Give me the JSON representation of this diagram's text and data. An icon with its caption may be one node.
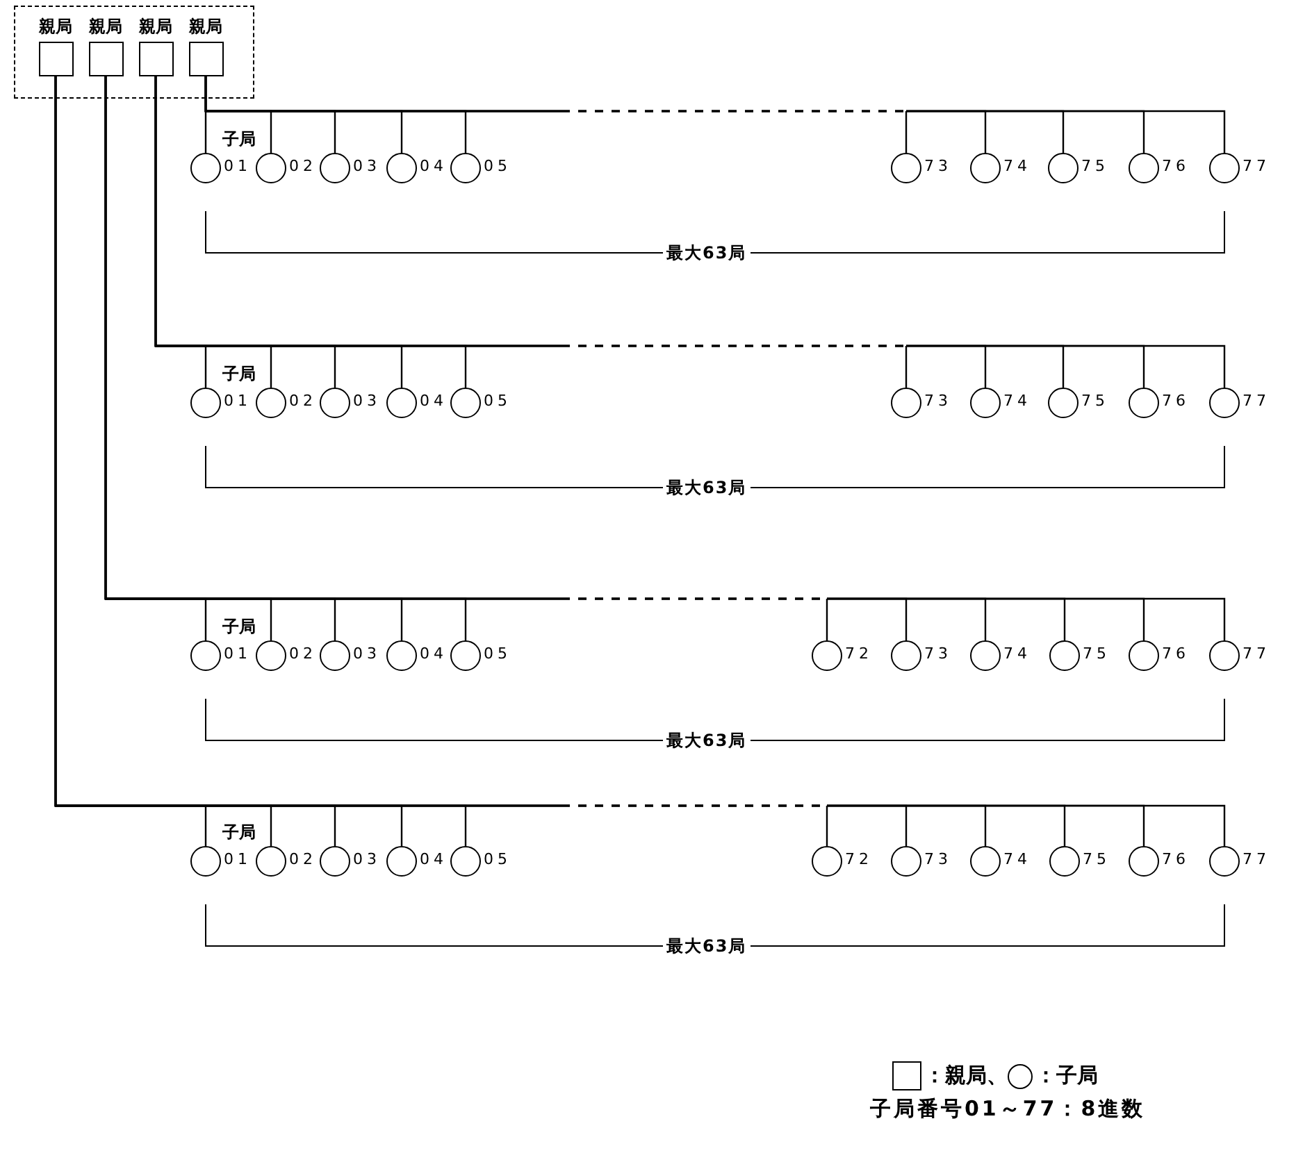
{
  "diagram": {
    "nodes": [
      {
        "text": [],
        "shape": "box"
      },
      {
        "text": [
          "親局"
        ],
        "in": 0
      },
      {
        "text": [
          "親局"
        ],
        "in": 0
      },
      {
        "text": [
          "親局"
        ],
        "in": 0
      },
      {
        "text": [
          "親局"
        ],
        "in": 0
      },
      {
        "text": [],
        "shape": "circle",
        "beside": [
          "01"
        ]
      },
      {
        "text": [],
        "shape": "circle",
        "beside": [
          "02"
        ]
      },
      {
        "text": [],
        "shape": "circle",
        "beside": [
          "03"
        ]
      },
      {
        "text": [],
        "shape": "circle",
        "beside": [
          "04"
        ]
      },
      {
        "text": [],
        "shape": "circle",
        "beside": [
          "05"
        ]
      },
      {
        "text": [],
        "shape": "circle",
        "beside": [
          "73"
        ]
      },
      {
        "text": [],
        "shape": "circle",
        "beside": [
          "74"
        ]
      },
      {
        "text": [],
        "shape": "circle",
        "beside": [
          "75"
        ]
      },
      {
        "text": [],
        "shape": "circle",
        "beside": [
          "76"
        ]
      },
      {
        "text": [],
        "shape": "circle",
        "beside": [
          "77"
        ]
      },
      {
        "text": [],
        "shape": "circle",
        "beside": [
          "01"
        ]
      },
      {
        "text": [],
        "shape": "circle",
        "beside": [
          "02"
        ]
      },
      {
        "text": [],
        "shape": "circle",
        "beside": [
          "03"
        ]
      },
      {
        "text": [],
        "shape": "circle",
        "beside": [
          "04"
        ]
      },
      {
        "text": [],
        "shape": "circle",
        "beside": [
          "05"
        ]
      },
      {
        "text": [],
        "shape": "circle",
        "beside": [
          "73"
        ]
      },
      {
        "text": [],
        "shape": "circle",
        "beside": [
          "74"
        ]
      },
      {
        "text": [],
        "shape": "circle",
        "beside": [
          "75"
        ]
      },
      {
        "text": [],
        "shape": "circle",
        "beside": [
          "76"
        ]
      },
      {
        "text": [],
        "shape": "circle",
        "beside": [
          "77"
        ]
      },
      {
        "text": [],
        "shape": "circle",
        "beside": [
          "01"
        ]
      },
      {
        "text": [],
        "shape": "circle",
        "beside": [
          "02"
        ]
      },
      {
        "text": [],
        "shape": "circle",
        "beside": [
          "03"
        ]
      },
      {
        "text": [],
        "shape": "circle",
        "beside": [
          "04"
        ]
      },
      {
        "text": [],
        "shape": "circle",
        "beside": [
          "05"
        ]
      },
      {
        "text": [],
        "shape": "circle",
        "beside": [
          "72"
        ]
      },
      {
        "text": [],
        "shape": "circle",
        "beside": [
          "73"
        ]
      },
      {
        "text": [],
        "shape": "circle",
        "beside": [
          "74"
        ]
      },
      {
        "text": [],
        "shape": "circle",
        "beside": [
          "75"
        ]
      },
      {
        "text": [],
        "shape": "circle",
        "beside": [
          "76"
        ]
      },
      {
        "text": [],
        "shape": "circle",
        "beside": [
          "77"
        ]
      },
      {
        "text": [],
        "shape": "circle",
        "beside": [
          "01"
        ]
      },
      {
        "text": [],
        "shape": "circle",
        "beside": [
          "02"
        ]
      },
      {
        "text": [],
        "shape": "circle",
        "beside": [
          "03"
        ]
      },
      {
        "text": [],
        "shape": "circle",
        "beside": [
          "04"
        ]
      },
      {
        "text": [],
        "shape": "circle",
        "beside": [
          "05"
        ]
      },
      {
        "text": [],
        "shape": "circle",
        "beside": [
          "72"
        ]
      },
      {
        "text": [],
        "shape": "circle",
        "beside": [
          "73"
        ]
      },
      {
        "text": [],
        "shape": "circle",
        "beside": [
          "74"
        ]
      },
      {
        "text": [],
        "shape": "circle",
        "beside": [
          "75"
        ]
      },
      {
        "text": [],
        "shape": "circle",
        "beside": [
          "76"
        ]
      },
      {
        "text": [],
        "shape": "circle",
        "beside": [
          "77"
        ]
      }
    ],
    "edges": [
      {
        "from": 4,
        "to": 5,
        "arrow": "none"
      },
      {
        "from": 4,
        "to": 6,
        "arrow": "none"
      },
      {
        "from": 4,
        "to": 7,
        "arrow": "none"
      },
      {
        "from": 4,
        "to": 8,
        "arrow": "none"
      },
      {
        "from": 4,
        "to": 9,
        "arrow": "none"
      },
      {
        "from": 4,
        "to": 10,
        "arrow": "none",
        "style": "dashed"
      },
      {
        "from": 4,
        "to": 11,
        "arrow": "none",
        "style": "dashed"
      },
      {
        "from": 4,
        "to": 12,
        "arrow": "none",
        "style": "dashed"
      },
      {
        "from": 4,
        "to": 13,
        "arrow": "none",
        "style": "dashed"
      },
      {
        "from": 4,
        "to": 14,
        "arrow": "none",
        "style": "dashed"
      },
      {
        "from": 3,
        "to": 15,
        "arrow": "none"
      },
      {
        "from": 3,
        "to": 16,
        "arrow": "none"
      },
      {
        "from": 3,
        "to": 17,
        "arrow": "none"
      },
      {
        "from": 3,
        "to": 18,
        "arrow": "none"
      },
      {
        "from": 3,
        "to": 19,
        "arrow": "none"
      },
      {
        "from": 3,
        "to": 20,
        "arrow": "none",
        "style": "dashed"
      },
      {
        "from": 3,
        "to": 21,
        "arrow": "none",
        "style": "dashed"
      },
      {
        "from": 3,
        "to": 22,
        "arrow": "none",
        "style": "dashed"
      },
      {
        "from": 3,
        "to": 23,
        "arrow": "none",
        "style": "dashed"
      },
      {
        "from": 3,
        "to": 24,
        "arrow": "none",
        "style": "dashed"
      },
      {
        "from": 2,
        "to": 25,
        "arrow": "none"
      },
      {
        "from": 2,
        "to": 26,
        "arrow": "none"
      },
      {
        "from": 2,
        "to": 27,
        "arrow": "none"
      },
      {
        "from": 2,
        "to": 28,
        "arrow": "none"
      },
      {
        "from": 2,
        "to": 29,
        "arrow": "none"
      },
      {
        "from": 2,
        "to": 30,
        "arrow": "none",
        "style": "dashed"
      },
      {
        "from": 2,
        "to": 31,
        "arrow": "none",
        "style": "dashed"
      },
      {
        "from": 2,
        "to": 32,
        "arrow": "none",
        "style": "dashed"
      },
      {
        "from": 2,
        "to": 33,
        "arrow": "none",
        "style": "dashed"
      },
      {
        "from": 2,
        "to": 34,
        "arrow": "none",
        "style": "dashed"
      },
      {
        "from": 2,
        "to": 35,
        "arrow": "none",
        "style": "dashed"
      },
      {
        "from": 1,
        "to": 36,
        "arrow": "none"
      },
      {
        "from": 1,
        "to": 37,
        "arrow": "none"
      },
      {
        "from": 1,
        "to": 38,
        "arrow": "none"
      },
      {
        "from": 1,
        "to": 39,
        "arrow": "none"
      },
      {
        "from": 1,
        "to": 40,
        "arrow": "none"
      },
      {
        "from": 1,
        "to": 41,
        "arrow": "none",
        "style": "dashed"
      },
      {
        "from": 1,
        "to": 42,
        "arrow": "none",
        "style": "dashed"
      },
      {
        "from": 1,
        "to": 43,
        "arrow": "none",
        "style": "dashed"
      },
      {
        "from": 1,
        "to": 44,
        "arrow": "none",
        "style": "dashed"
      },
      {
        "from": 1,
        "to": 45,
        "arrow": "none",
        "style": "dashed"
      },
      {
        "from": 1,
        "to": 46,
        "arrow": "none",
        "style": "dashed"
      }
    ],
    "labels": [
      "子局",
      "最大63局",
      "子局",
      "最大63局",
      "子局",
      "最大63局",
      "子局",
      "最大63局",
      "子局番号01～77：8進数"
    ],
    "legend": [
      {
        "text": "：親局、"
      },
      {
        "text": "：子局"
      }
    ]
  }
}
